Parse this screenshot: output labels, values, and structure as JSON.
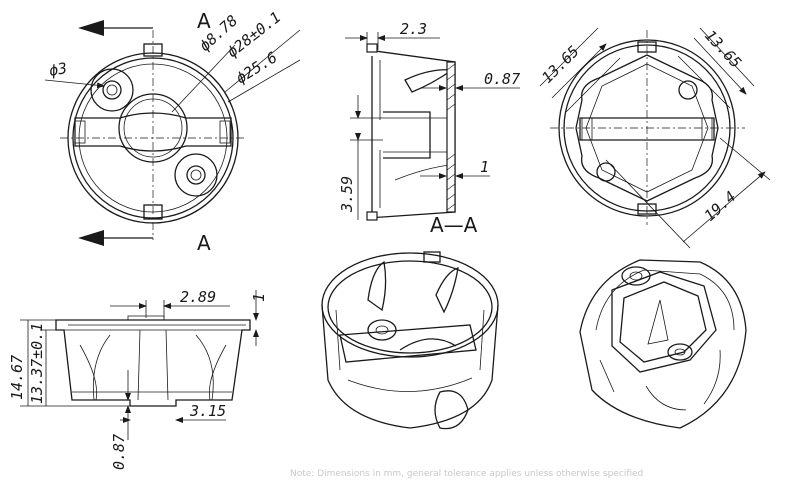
{
  "title": "",
  "section_labels": {
    "top_arrow": "A",
    "bottom_arrow": "A",
    "section": "A—A"
  },
  "dimensions": {
    "hole_dia": "ϕ3",
    "center_dia": "ϕ8.78",
    "outer_dia": "ϕ28±0.1",
    "inner_dia": "ϕ25.6",
    "flange_thk": "2.3",
    "wall_thk": "0.87",
    "rib_thk": "1",
    "cavity_h": "3.59",
    "diag_left": "13.65",
    "diag_right": "13.65",
    "diag_long": "19.4",
    "step_w": "2.89",
    "lip_h": "1",
    "total_h": "14.67",
    "body_h": "13.37±0.1",
    "bottom_thk": "0.87",
    "slot_w": "3.15"
  },
  "footer_text": "Note: Dimensions in mm, general tolerance applies unless otherwise specified"
}
